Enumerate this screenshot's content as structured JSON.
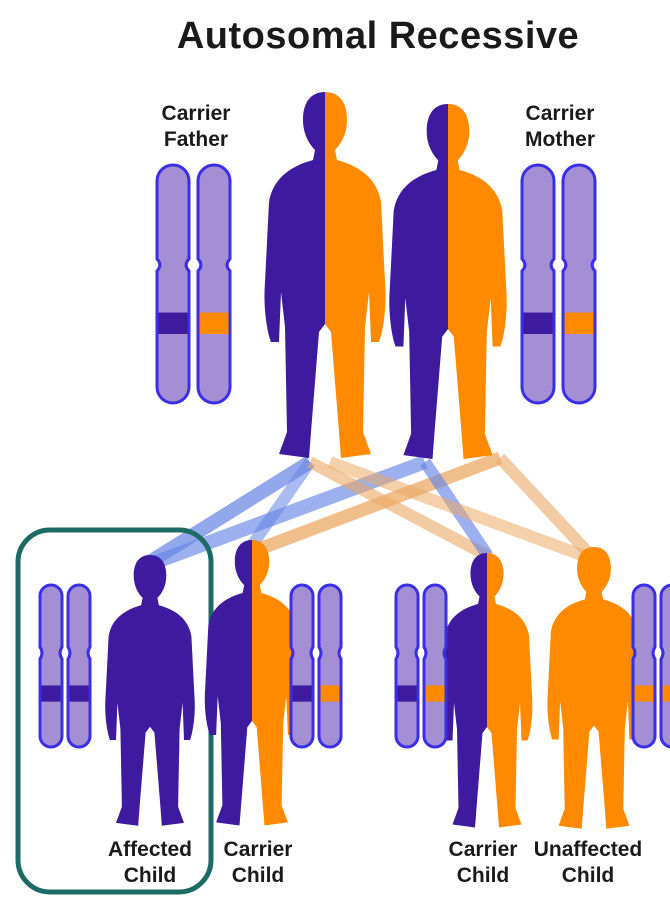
{
  "title": "Autosomal Recessive",
  "colors": {
    "dominant": "#3d1a9e",
    "recessive": "#ff8a00",
    "chromosome_fill": "#a58fd4",
    "chromosome_outline": "#3a2ee6",
    "highlight_box": "#1e6b66",
    "line_blue": "#4b6ee0",
    "line_orange": "#e89a4a"
  },
  "parents": {
    "father": {
      "line1": "Carrier",
      "line2": "Father",
      "alleles": [
        "dominant",
        "recessive"
      ]
    },
    "mother": {
      "line1": "Carrier",
      "line2": "Mother",
      "alleles": [
        "dominant",
        "recessive"
      ]
    }
  },
  "children": [
    {
      "line1": "Affected",
      "line2": "Child",
      "alleles": [
        "dominant",
        "dominant"
      ],
      "highlighted": true
    },
    {
      "line1": "Carrier",
      "line2": "Child",
      "alleles": [
        "dominant",
        "recessive"
      ],
      "highlighted": false
    },
    {
      "line1": "Carrier",
      "line2": "Child",
      "alleles": [
        "dominant",
        "recessive"
      ],
      "highlighted": false
    },
    {
      "line1": "Unaffected",
      "line2": "Child",
      "alleles": [
        "recessive",
        "recessive"
      ],
      "highlighted": false
    }
  ]
}
